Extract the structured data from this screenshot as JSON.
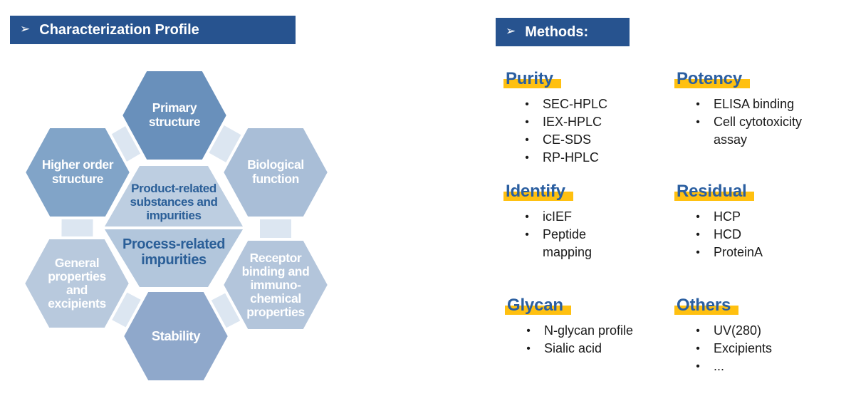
{
  "title_bar": {
    "arrow": "➢",
    "label": "Characterization Profile"
  },
  "methods_bar": {
    "arrow": "➢",
    "label": "Methods:"
  },
  "diagram": {
    "hexagons": [
      {
        "id": "primary-structure",
        "lines": [
          "Primary",
          "structure"
        ]
      },
      {
        "id": "higher-order-structure",
        "lines": [
          "Higher order",
          "structure"
        ]
      },
      {
        "id": "biological-function",
        "lines": [
          "Biological",
          "function"
        ]
      },
      {
        "id": "general-properties",
        "lines": [
          "General",
          "properties",
          "and",
          "excipients"
        ]
      },
      {
        "id": "receptor-binding",
        "lines": [
          "Receptor",
          "binding and",
          "immuno-",
          "chemical",
          "properties"
        ]
      },
      {
        "id": "stability",
        "lines": [
          "Stability"
        ]
      }
    ],
    "center": {
      "top_lines": [
        "Product-related",
        "substances and",
        "impurities"
      ],
      "bottom_lines": [
        "Process-related",
        "impurities"
      ]
    },
    "colors": {
      "primary": "#6990bb",
      "higher": "#81a4c8",
      "biological": "#a9bed7",
      "general": "#b8c9dd",
      "receptor": "#b3c5db",
      "stability": "#8fa8cb",
      "center_top": "#bdcee1",
      "center_bottom": "#b2c6dc",
      "ring": "#dce6f1",
      "hex_text": "#ffffff",
      "center_text": "#2b5f98"
    }
  },
  "methods": {
    "bullet": "•",
    "groups": [
      {
        "id": "purity",
        "name": "Purity",
        "items": [
          "SEC-HPLC",
          "IEX-HPLC",
          "CE-SDS",
          "RP-HPLC"
        ]
      },
      {
        "id": "potency",
        "name": "Potency",
        "items": [
          "ELISA binding",
          "Cell cytotoxicity\nassay"
        ]
      },
      {
        "id": "identify",
        "name": "Identify",
        "items": [
          "icIEF",
          "Peptide\nmapping"
        ]
      },
      {
        "id": "residual",
        "name": "Residual",
        "items": [
          "HCP",
          "HCD",
          "ProteinA"
        ]
      },
      {
        "id": "glycan",
        "name": "Glycan",
        "items": [
          "N-glycan profile",
          "Sialic acid"
        ]
      },
      {
        "id": "others",
        "name": "Others",
        "items": [
          "UV(280)",
          "Excipients",
          "..."
        ]
      }
    ]
  },
  "colors": {
    "bar_bg": "#27538f",
    "bar_text": "#ffffff",
    "heading_blue": "#2b5fa1",
    "highlight_yellow": "#ffc010",
    "item_text": "#1a1a1a"
  }
}
